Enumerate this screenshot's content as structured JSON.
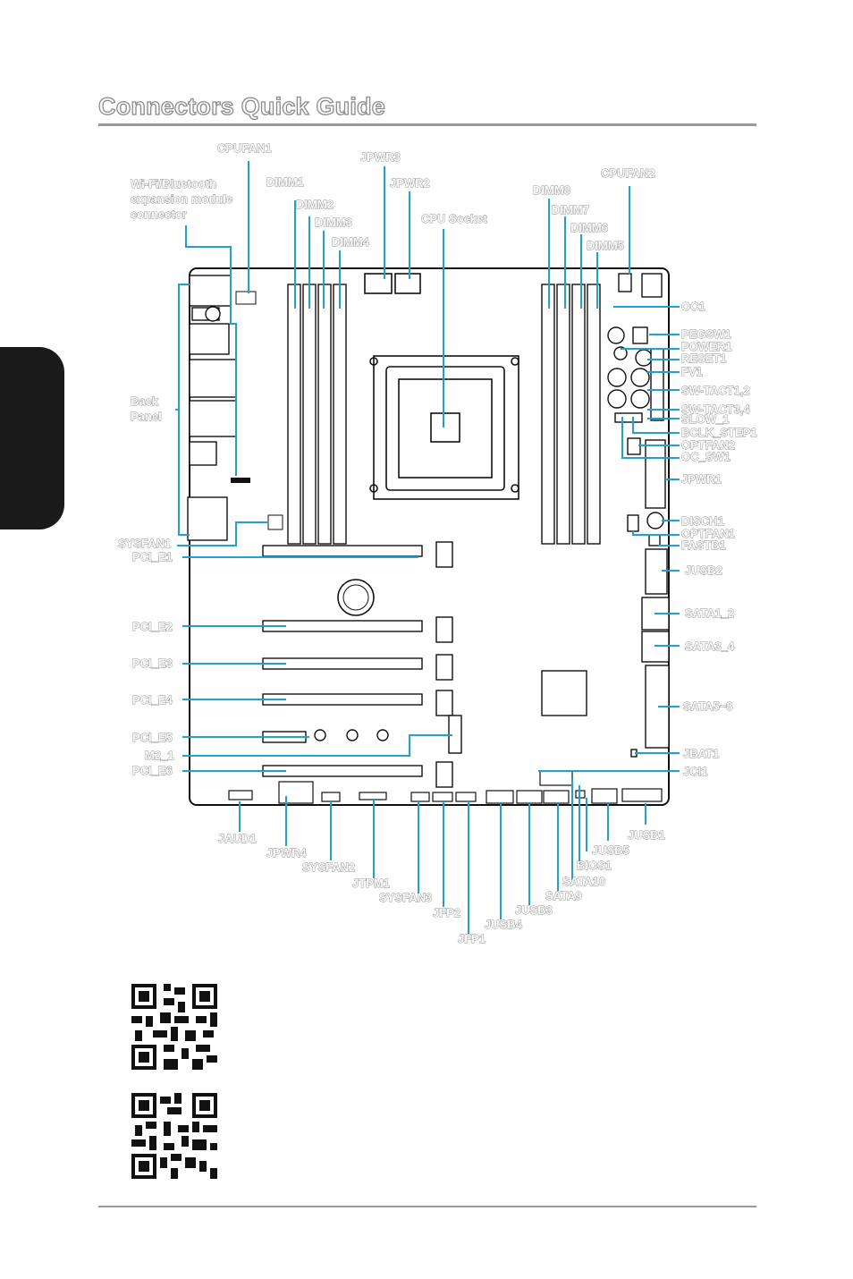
{
  "page": {
    "title": "Connectors Quick Guide"
  },
  "colors": {
    "leader": "#1ea1d9",
    "board_outline": "#111111",
    "rule": "#9a9a9a",
    "side_tab": "#1a1a1a"
  },
  "labels": {
    "cpufan1": "CPUFAN1",
    "jpwr3": "JPWR3",
    "cpufan2": "CPUFAN2",
    "wifi_line1": "Wi-Fi/Bluetooth",
    "wifi_line2": "expansion module",
    "wifi_line3": "connector",
    "dimm1": "DIMM1",
    "jpwr2": "JPWR2",
    "dimm8": "DIMM8",
    "dimm2": "DIMM2",
    "dimm7": "DIMM7",
    "dimm3": "DIMM3",
    "cpu_socket": "CPU Socket",
    "dimm6": "DIMM6",
    "dimm4": "DIMM4",
    "dimm5": "DIMM5",
    "oc1": "OC1",
    "pegsw1": "PEGSW1",
    "power1": "POWER1",
    "reset1": "RESET1",
    "fv1": "FV1",
    "sw_tact12": "SW-TACT1,2",
    "sw_tact34": "SW-TACT3,4",
    "slow1": "SLOW_1",
    "bclk_step1": "BCLK_STEP1",
    "optfan2": "OPTFAN2",
    "oc_sw1": "OC_SW1",
    "jpwr1": "JPWR1",
    "back_line1": "Back",
    "back_line2": "Panel",
    "disch1": "DISCH1",
    "optfan1": "OPTFAN1",
    "fastb1": "FASTB1",
    "sysfan1": "SYSFAN1",
    "pci_e1": "PCI_E1",
    "jusb2": "JUSB2",
    "sata1_2": "SATA1_2",
    "pci_e2": "PCI_E2",
    "sata3_4": "SATA3_4",
    "pci_e3": "PCI_E3",
    "pci_e4": "PCI_E4",
    "sata5_8": "SATA5~8",
    "pci_e5": "PCI_E5",
    "m2_1": "M2_1",
    "jbat1": "JBAT1",
    "pci_e6": "PCI_E6",
    "jci1": "JCI1",
    "jaud1": "JAUD1",
    "jusb1": "JUSB1",
    "jpwr4": "JPWR4",
    "jusb5": "JUSB5",
    "sysfan2": "SYSFAN2",
    "bios1": "BIOS1",
    "jtpm1": "JTPM1",
    "sata10": "SATA10",
    "sysfan3": "SYSFAN3",
    "sata9": "SATA9",
    "jusb3": "JUSB3",
    "jfp2": "JFP2",
    "jusb4": "JUSB4",
    "jfp1": "JFP1"
  },
  "qr_codes": [
    "qr-code-icon",
    "qr-code-icon"
  ]
}
